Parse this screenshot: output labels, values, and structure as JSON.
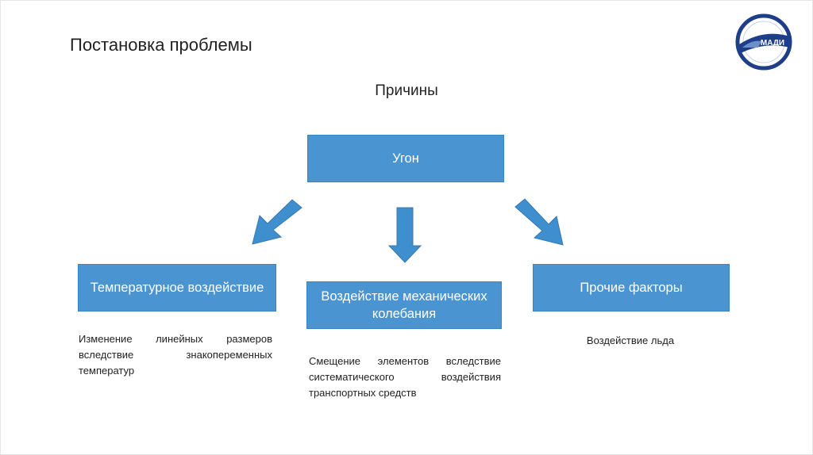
{
  "header": {
    "title": "Постановка проблемы",
    "logo_text": "МАДИ"
  },
  "diagram": {
    "heading": "Причины",
    "root": "Угон",
    "branches": [
      {
        "label": "Температурное воздействие",
        "description": "Изменение линейных размеров вследствие знакопеременных температур"
      },
      {
        "label": "Воздействие механических колебания",
        "description": "Смещение элементов вследствие систематического воздействия транспортных средств"
      },
      {
        "label": "Прочие факторы",
        "description": "Воздействие льда"
      }
    ]
  },
  "colors": {
    "box_fill": "#4a95d1",
    "arrow_fill": "#3f8fcf",
    "logo_blue": "#1f3e8a"
  }
}
